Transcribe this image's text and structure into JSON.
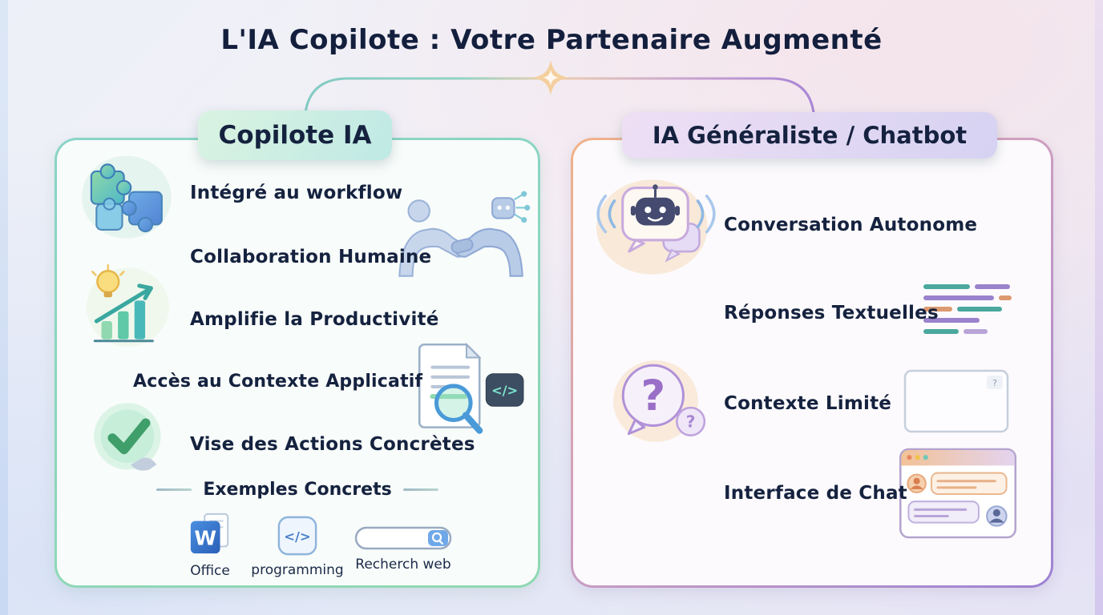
{
  "title": "L'IA Copilote : Votre Partenaire Augmenté",
  "left_panel": {
    "header": "Copilote IA",
    "items": [
      {
        "icon": "puzzle-icon",
        "label": "Intégré au workflow"
      },
      {
        "icon": "human-robot-handshake-illustration",
        "label": "Collaboration Humaine"
      },
      {
        "icon": "lightbulb-growth-icon",
        "label": "Amplifie la Productivité"
      },
      {
        "icon": "document-search-code-icon",
        "label": "Accès au Contexte Applicatif"
      },
      {
        "icon": "check-hand-icon",
        "label": "Vise des Actions Concrètes"
      }
    ],
    "examples": {
      "title": "Exemples Concrets",
      "items": [
        {
          "icon": "word-office-icon",
          "label": "Office"
        },
        {
          "icon": "programming-icon",
          "label": "programming"
        },
        {
          "icon": "web-search-icon",
          "label": "Recherch web"
        }
      ]
    }
  },
  "right_panel": {
    "header": "IA Généraliste / Chatbot",
    "items": [
      {
        "icon": "chatbot-bubble-icon",
        "label": "Conversation Autonome"
      },
      {
        "icon": "text-lines-icon",
        "label": "Réponses Textuelles"
      },
      {
        "icon": "question-bubbles-icon",
        "label": "Contexte Limité"
      },
      {
        "icon": "empty-box-icon",
        "label": "Interface de Chat"
      }
    ]
  },
  "glyphs": {
    "word": "W",
    "code": "</>",
    "question_big": "?",
    "question_small": "?",
    "box_question": "?"
  },
  "colors": {
    "left_accent": "#7fd0c4",
    "right_accent_start": "#f0ab7e",
    "right_accent_end": "#9a7fd0",
    "text": "#15223f"
  }
}
